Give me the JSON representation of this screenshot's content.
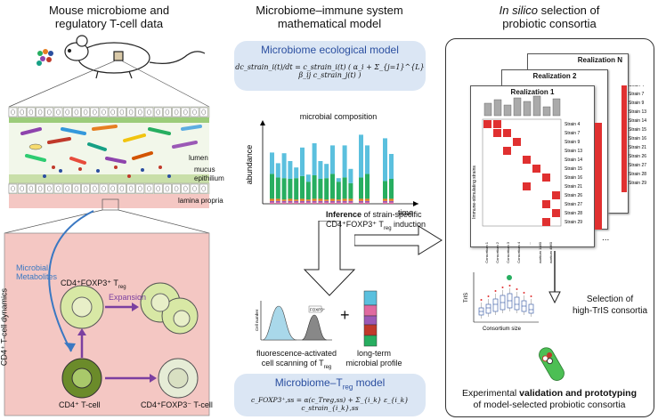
{
  "col1": {
    "title_line1": "Mouse microbiome and",
    "title_line2": "regulatory T-cell data",
    "labels": {
      "lumen": "lumen",
      "mucus": "mucus",
      "epithilium": "epithilium",
      "lamina_propria": "lamina propria",
      "side": "CD4⁺ T-cell dynamics",
      "metab_line1": "Microbial",
      "metab_line2": "Metabolites",
      "treg": "CD4⁺FOXP3⁺ T",
      "treg_sub": "reg",
      "expansion": "Expansion",
      "tcell": "CD4⁺ T-cell",
      "foxp3neg": "CD4⁺FOXP3⁻ T-cell"
    }
  },
  "col2": {
    "title_line1": "Microbiome–immune system",
    "title_line2": "mathematical model",
    "eco_title": "Microbiome ecological model",
    "eco_formula": "dc_strain_i(t)/dt = c_strain_i(t) ( α_i + Σ_{j=1}^{L} β_ij c_strain_j(t) )",
    "comp_title": "microbial composition",
    "y_axis": "abundance",
    "x_axis": "time",
    "inference_bold": "Inference",
    "inference_rest": " of strain-specific",
    "inference_line2": "CD4⁺FOXP3⁺ T",
    "inference_sub": "reg",
    "inference_end": " induction",
    "facs_label": "Cell number",
    "facs_tag": "FOXP3⁺",
    "facs_caption1": "fluorescence-activated",
    "facs_caption2": "cell scanning of T",
    "facs_caption2_sub": "reg",
    "profile_caption1": "long-term",
    "profile_caption2": "microbial profile",
    "plus": "+",
    "treg_model_title": "Microbiome–T",
    "treg_model_sub": "reg",
    "treg_model_end": " model",
    "treg_formula": "c_FOXP3⁺,ss = α(c_Treg,ss) + Σ_{i_k} ε_{i_k} c_strain_{i_k},ss"
  },
  "col3": {
    "title_italic": "In silico",
    "title_rest": " selection of",
    "title_line2": "probiotic consortia",
    "realization1": "Realization 1",
    "realization2": "Realization 2",
    "realizationN": "Realization N",
    "strains": [
      "Strain 4",
      "Strain 7",
      "Strain 9",
      "Strain 13",
      "Strain 14",
      "Strain 15",
      "Strain 16",
      "Strain 21",
      "Strain 26",
      "Strain 27",
      "Strain 28",
      "Strain 29"
    ],
    "side_label": "Immune-stimulating strains",
    "predicted_label": "predicted FOXP3 levels",
    "consortia": [
      "Consortium 1",
      "Consortium 2",
      "Consortium 3",
      "Consortium 4",
      "...",
      "Consortium 1480",
      "Consortium 4060"
    ],
    "selection_line1": "Selection of",
    "selection_line2": "high-TrIS consortia",
    "box_y": "TrIS",
    "box_x": "Consortium size",
    "bottom_line1_pre": "Experimental ",
    "bottom_line1_bold": "validation and prototyping",
    "bottom_line2": "of model-selected probiotic consortia",
    "dots": "..."
  },
  "chart_data": {
    "type": "bar",
    "title": "microbial composition",
    "xlabel": "time",
    "ylabel": "abundance",
    "stacked": true,
    "colors": [
      "#e06aa0",
      "#9b59b6",
      "#e67e22",
      "#27ae60",
      "#5bc0de"
    ],
    "columns": [
      [
        0.02,
        0.02,
        0.03,
        0.35,
        0.3
      ],
      [
        0.02,
        0.02,
        0.03,
        0.3,
        0.2
      ],
      [
        0.02,
        0.02,
        0.02,
        0.3,
        0.35
      ],
      [
        0.02,
        0.02,
        0.03,
        0.28,
        0.25
      ],
      [
        0.02,
        0.02,
        0.02,
        0.3,
        0.15
      ],
      [
        0.02,
        0.02,
        0.03,
        0.32,
        0.4
      ],
      [
        0.02,
        0.02,
        0.02,
        0.25,
        0.1
      ],
      [
        0.02,
        0.02,
        0.03,
        0.33,
        0.45
      ],
      [
        0.02,
        0.02,
        0.03,
        0.28,
        0.25
      ],
      [
        0.02,
        0.02,
        0.02,
        0.3,
        0.2
      ],
      [
        0.02,
        0.02,
        0.03,
        0.35,
        0.4
      ],
      [
        0.02,
        0.02,
        0.02,
        0.25,
        0.05
      ],
      [
        0.02,
        0.02,
        0.03,
        0.3,
        0.45
      ],
      [
        0.02,
        0.02,
        0.03,
        0.22,
        0.2
      ],
      [
        0.02,
        0.02,
        0.03,
        0.3,
        0.6
      ],
      [
        0.02,
        0.02,
        0.03,
        0.35,
        0.4
      ],
      [
        0.02,
        0.02,
        0.03,
        0.25,
        0.6
      ],
      [
        0.02,
        0.02,
        0.03,
        0.28,
        0.35
      ]
    ]
  }
}
